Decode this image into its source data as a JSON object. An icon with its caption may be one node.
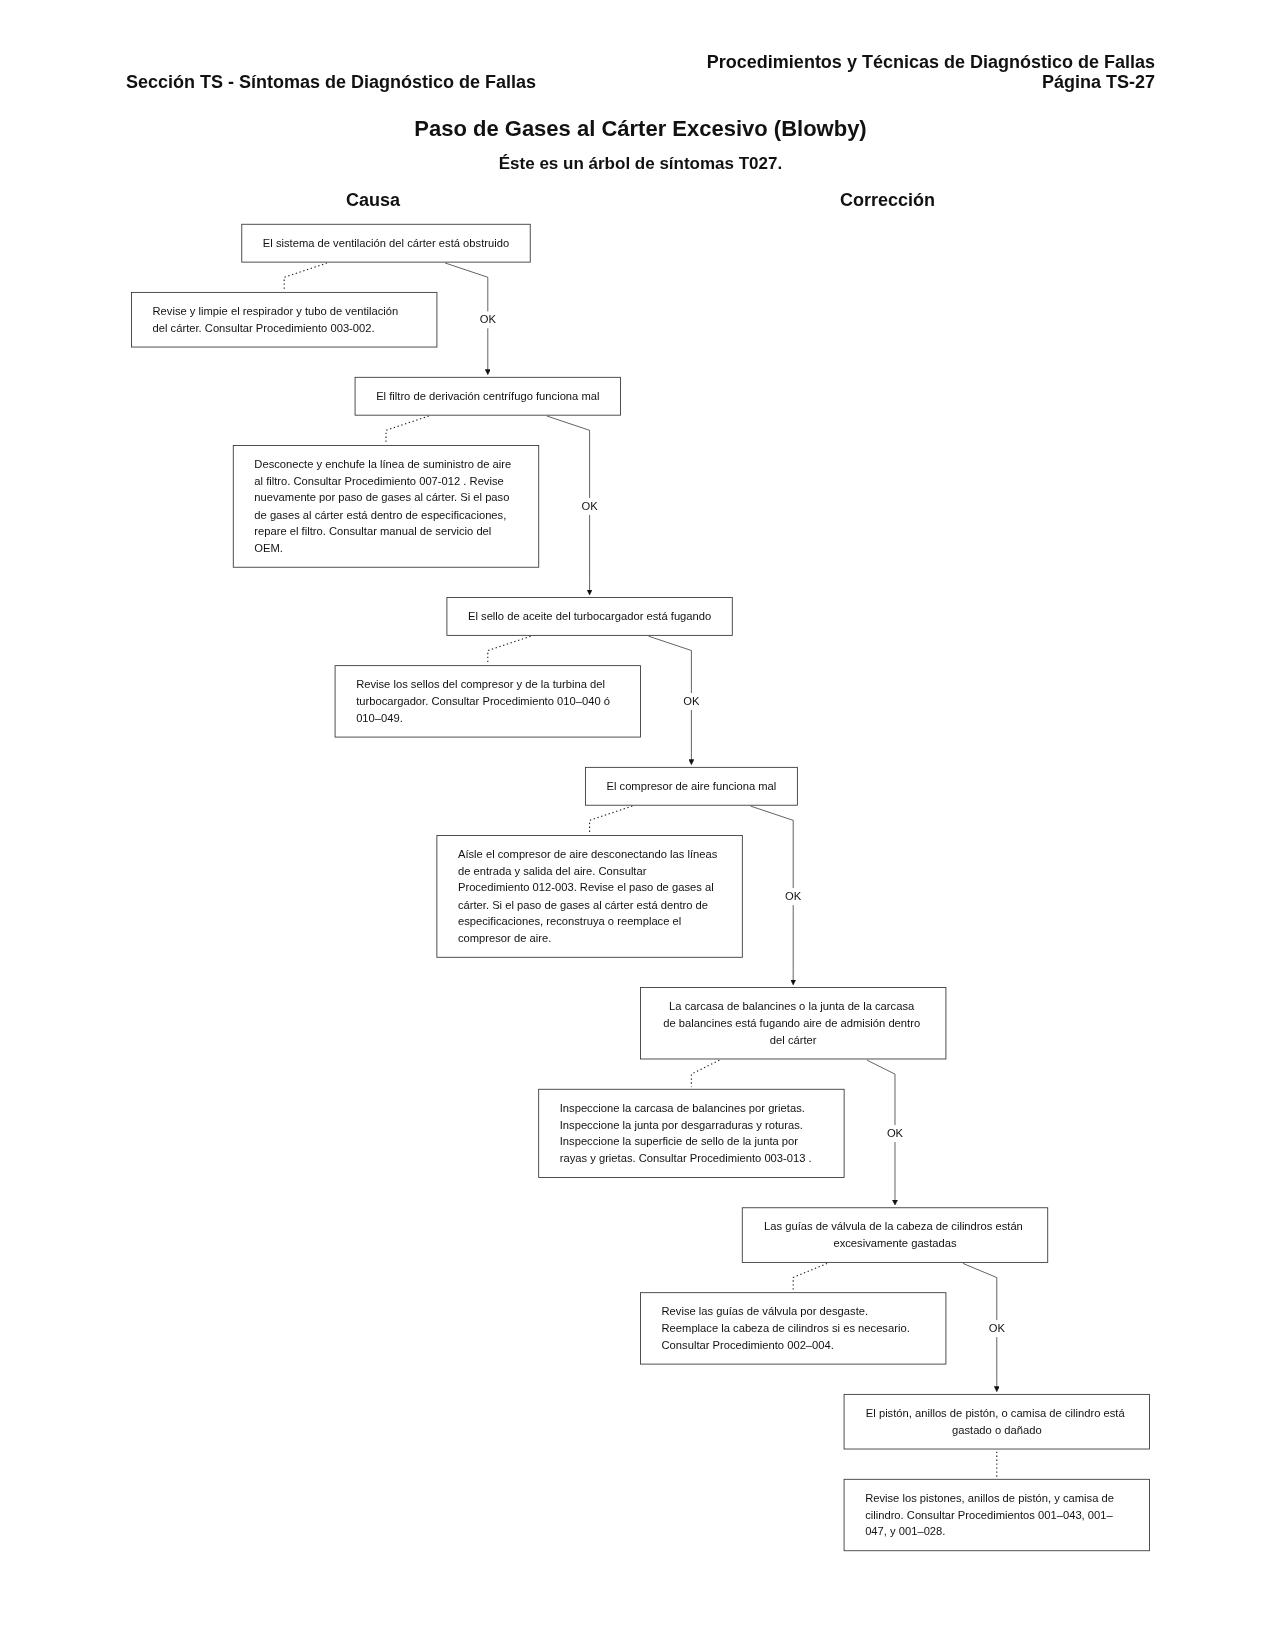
{
  "diagram": {
    "title": "Paso de Gases al Cárter Excesivo (Blowby)",
    "nodes": [
      {
        "text": [
          "El sistema de ventilación del cárter está obstruido"
        ]
      },
      {
        "text": [
          "Revise y limpie el respirador y tubo de ventilación del cárter. Consultar Procedimiento 003-002."
        ]
      },
      {
        "text": [
          "El filtro de derivación centrífugo funciona mal"
        ]
      },
      {
        "text": [
          "Desconecte y enchufe la línea de suministro de aire al filtro. Consultar Procedimiento 007-012 . Revise nuevamente por paso de gases al cárter. Si el paso de gases al cárter está dentro de especificaciones, repare el filtro. Consultar manual de servicio del OEM."
        ]
      },
      {
        "text": [
          "El sello de aceite del turbocargador está fugando"
        ]
      },
      {
        "text": [
          "Revise los sellos del compresor y de la turbina del turbocargador. Consultar Procedimiento 010–040 ó 010–049."
        ]
      },
      {
        "text": [
          "El compresor de aire funciona mal"
        ]
      },
      {
        "text": [
          "Aísle el compresor de aire desconectando las líneas de entrada y salida del aire. Consultar Procedimiento 012-003. Revise el paso de gases al cárter. Si el paso de gases al cárter está dentro de especificaciones, reconstruya o reemplace el compresor de aire."
        ]
      },
      {
        "text": [
          "La carcasa de balancines o la junta de la carcasa de balancines está fugando aire de admisión dentro del cárter"
        ]
      },
      {
        "text": [
          "Inspeccione la carcasa de balancines por grietas. Inspeccione la junta por desgarraduras y roturas. Inspeccione la superficie de sello de la junta por rayas y grietas. Consultar Procedimiento 003-013 ."
        ]
      },
      {
        "text": [
          "Las guías de válvula de la cabeza de cilindros están excesivamente gastadas"
        ]
      },
      {
        "text": [
          "Revise las guías de válvula por desgaste. Reemplace la cabeza de cilindros si es necesario. Consultar Procedimiento 002–004."
        ]
      },
      {
        "text": [
          "El pistón, anillos de pistón, o camisa de cilindro está gastado o dañado"
        ]
      },
      {
        "text": [
          "Revise los pistones, anillos de pistón, y camisa de cilindro. Consultar Procedimientos 001–043, 001–047, y 001–028."
        ]
      }
    ],
    "edges": [
      {
        "from": 0,
        "to": 1,
        "arrow": "none",
        "style": "dashed"
      },
      {
        "from": 0,
        "to": 2,
        "arrow": "to",
        "label": "OK"
      },
      {
        "from": 2,
        "to": 3,
        "arrow": "none",
        "style": "dashed"
      },
      {
        "from": 2,
        "to": 4,
        "arrow": "to",
        "label": "OK"
      },
      {
        "from": 4,
        "to": 5,
        "arrow": "none",
        "style": "dashed"
      },
      {
        "from": 4,
        "to": 6,
        "arrow": "to",
        "label": "OK"
      },
      {
        "from": 6,
        "to": 7,
        "arrow": "none",
        "style": "dashed"
      },
      {
        "from": 6,
        "to": 8,
        "arrow": "to",
        "label": "OK"
      },
      {
        "from": 8,
        "to": 9,
        "arrow": "none",
        "style": "dashed"
      },
      {
        "from": 8,
        "to": 10,
        "arrow": "to",
        "label": "OK"
      },
      {
        "from": 10,
        "to": 11,
        "arrow": "none",
        "style": "dashed"
      },
      {
        "from": 10,
        "to": 12,
        "arrow": "to",
        "label": "OK"
      },
      {
        "from": 12,
        "to": 13,
        "arrow": "none",
        "style": "dashed"
      }
    ],
    "labels": [
      "Procedimientos y Técnicas de Diagnóstico de Fallas",
      "Sección TS - Síntomas de Diagnóstico de Fallas",
      "Página TS-27",
      "Éste es un árbol de síntomas T027.",
      "Causa",
      "Corrección"
    ]
  }
}
